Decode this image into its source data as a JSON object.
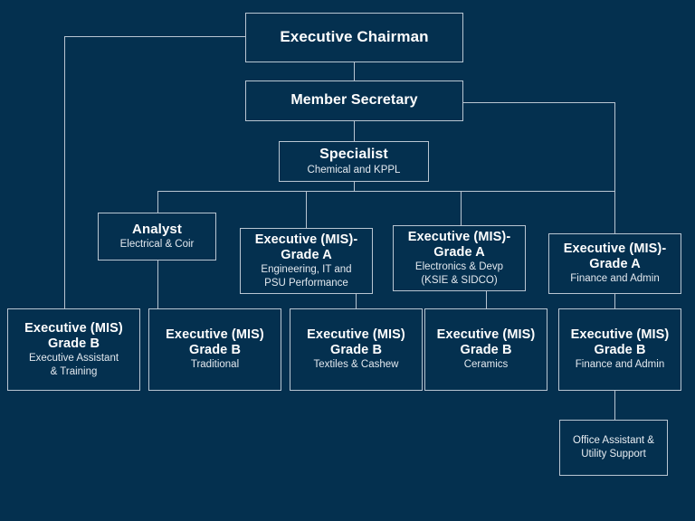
{
  "theme": {
    "background": "#04304f",
    "line_color": "#b9c6d2",
    "title_color": "#ffffff",
    "subtitle_color": "#e3e9ef"
  },
  "chart_data": {
    "type": "diagram",
    "diagram_type": "organization-chart",
    "title": "",
    "nodes": [
      {
        "id": "chair",
        "title": "Executive Chairman",
        "subtitle": ""
      },
      {
        "id": "ms",
        "title": "Member Secretary",
        "subtitle": ""
      },
      {
        "id": "spec",
        "title": "Specialist",
        "subtitle": "Chemical and KPPL"
      },
      {
        "id": "analyst",
        "title": "Analyst",
        "subtitle": "Electrical & Coir"
      },
      {
        "id": "ga1",
        "title": "Executive (MIS)-",
        "title2": "Grade A",
        "subtitle": "Engineering, IT and",
        "subtitle2": "PSU Performance"
      },
      {
        "id": "ga2",
        "title": "Executive (MIS)-",
        "title2": "Grade A",
        "subtitle": "Electronics & Devp",
        "subtitle2": "(KSIE & SIDCO)"
      },
      {
        "id": "ga3",
        "title": "Executive (MIS)-",
        "title2": "Grade A",
        "subtitle": "Finance and Admin",
        "subtitle2": ""
      },
      {
        "id": "gb1",
        "title": "Executive (MIS)",
        "title2": "Grade B",
        "subtitle": "Executive Assistant",
        "subtitle2": "& Training"
      },
      {
        "id": "gb2",
        "title": "Executive (MIS)",
        "title2": "Grade B",
        "subtitle": "Traditional",
        "subtitle2": ""
      },
      {
        "id": "gb3",
        "title": "Executive (MIS)",
        "title2": "Grade B",
        "subtitle": "Textiles & Cashew",
        "subtitle2": ""
      },
      {
        "id": "gb4",
        "title": "Executive (MIS)",
        "title2": "Grade B",
        "subtitle": "Ceramics",
        "subtitle2": ""
      },
      {
        "id": "gb5",
        "title": "Executive (MIS)",
        "title2": "Grade B",
        "subtitle": "Finance and Admin",
        "subtitle2": ""
      },
      {
        "id": "leaf",
        "title": "",
        "subtitle": "Office Assistant &",
        "subtitle2": "Utility Support"
      }
    ],
    "edges": [
      {
        "from": "chair",
        "to": "ms"
      },
      {
        "from": "chair",
        "to": "gb1"
      },
      {
        "from": "ms",
        "to": "spec"
      },
      {
        "from": "ms",
        "to": "ga3"
      },
      {
        "from": "spec",
        "to": "analyst"
      },
      {
        "from": "spec",
        "to": "ga1"
      },
      {
        "from": "spec",
        "to": "ga2"
      },
      {
        "from": "spec",
        "to": "ga3"
      },
      {
        "from": "analyst",
        "to": "gb2"
      },
      {
        "from": "ga1",
        "to": "gb3"
      },
      {
        "from": "ga2",
        "to": "gb4"
      },
      {
        "from": "ga3",
        "to": "gb5"
      },
      {
        "from": "gb5",
        "to": "leaf"
      }
    ]
  },
  "nodes": {
    "chair": {
      "title": "Executive Chairman"
    },
    "ms": {
      "title": "Member Secretary"
    },
    "spec": {
      "title": "Specialist",
      "subtitle": "Chemical and KPPL"
    },
    "analyst": {
      "title": "Analyst",
      "subtitle": "Electrical & Coir"
    },
    "ga1": {
      "title_line1": "Executive (MIS)-",
      "title_line2": "Grade A",
      "sub_line1": "Engineering, IT and",
      "sub_line2": "PSU Performance"
    },
    "ga2": {
      "title_line1": "Executive (MIS)-",
      "title_line2": "Grade A",
      "sub_line1": "Electronics & Devp",
      "sub_line2": "(KSIE & SIDCO)"
    },
    "ga3": {
      "title_line1": "Executive (MIS)-",
      "title_line2": "Grade A",
      "sub_line1": "Finance and Admin"
    },
    "gb1": {
      "title_line1": "Executive (MIS)",
      "title_line2": "Grade B",
      "sub_line1": "Executive Assistant",
      "sub_line2": "& Training"
    },
    "gb2": {
      "title_line1": "Executive (MIS)",
      "title_line2": "Grade B",
      "sub_line1": "Traditional"
    },
    "gb3": {
      "title_line1": "Executive (MIS)",
      "title_line2": "Grade B",
      "sub_line1": "Textiles & Cashew"
    },
    "gb4": {
      "title_line1": "Executive (MIS)",
      "title_line2": "Grade B",
      "sub_line1": "Ceramics"
    },
    "gb5": {
      "title_line1": "Executive (MIS)",
      "title_line2": "Grade B",
      "sub_line1": "Finance and Admin"
    },
    "leaf": {
      "sub_line1": "Office Assistant &",
      "sub_line2": "Utility Support"
    }
  }
}
